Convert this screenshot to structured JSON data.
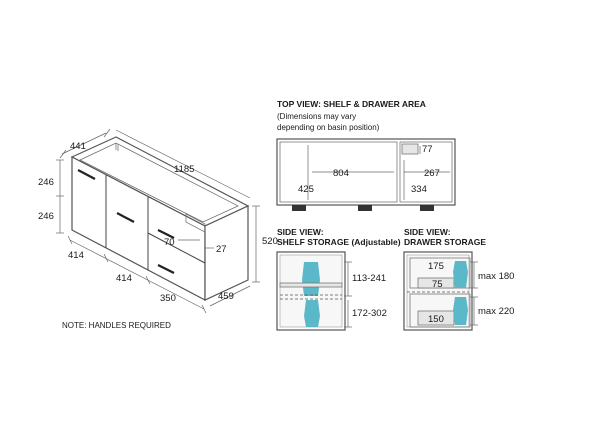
{
  "headings": {
    "top_view": "TOP VIEW: SHELF & DRAWER AREA",
    "top_note_1": "(Dimensions may vary",
    "top_note_2": "depending on basin position)",
    "side_shelf_1": "SIDE VIEW:",
    "side_shelf_2": "SHELF STORAGE (Adjustable)",
    "side_drawer_1": "SIDE VIEW:",
    "side_drawer_2": "DRAWER STORAGE",
    "note": "NOTE: HANDLES REQUIRED"
  },
  "iso_dims": {
    "depth_top": "441",
    "width_top": "1185",
    "h_upper": "246",
    "h_lower": "246",
    "door1_w": "414",
    "door2_w": "414",
    "height": "520",
    "drawer_w": "350",
    "depth_bottom": "459",
    "gap_70": "70",
    "gap_27": "27"
  },
  "top_view_dims": {
    "shelf_w": "804",
    "drawer_w": "267",
    "d77": "77",
    "depth_shelf": "425",
    "depth_drawer": "334"
  },
  "shelf_dims": {
    "upper": "113-241",
    "lower": "172-302"
  },
  "drawer_dims": {
    "d175": "175",
    "d75": "75",
    "max180": "max 180",
    "d150": "150",
    "max220": "max 220"
  }
}
